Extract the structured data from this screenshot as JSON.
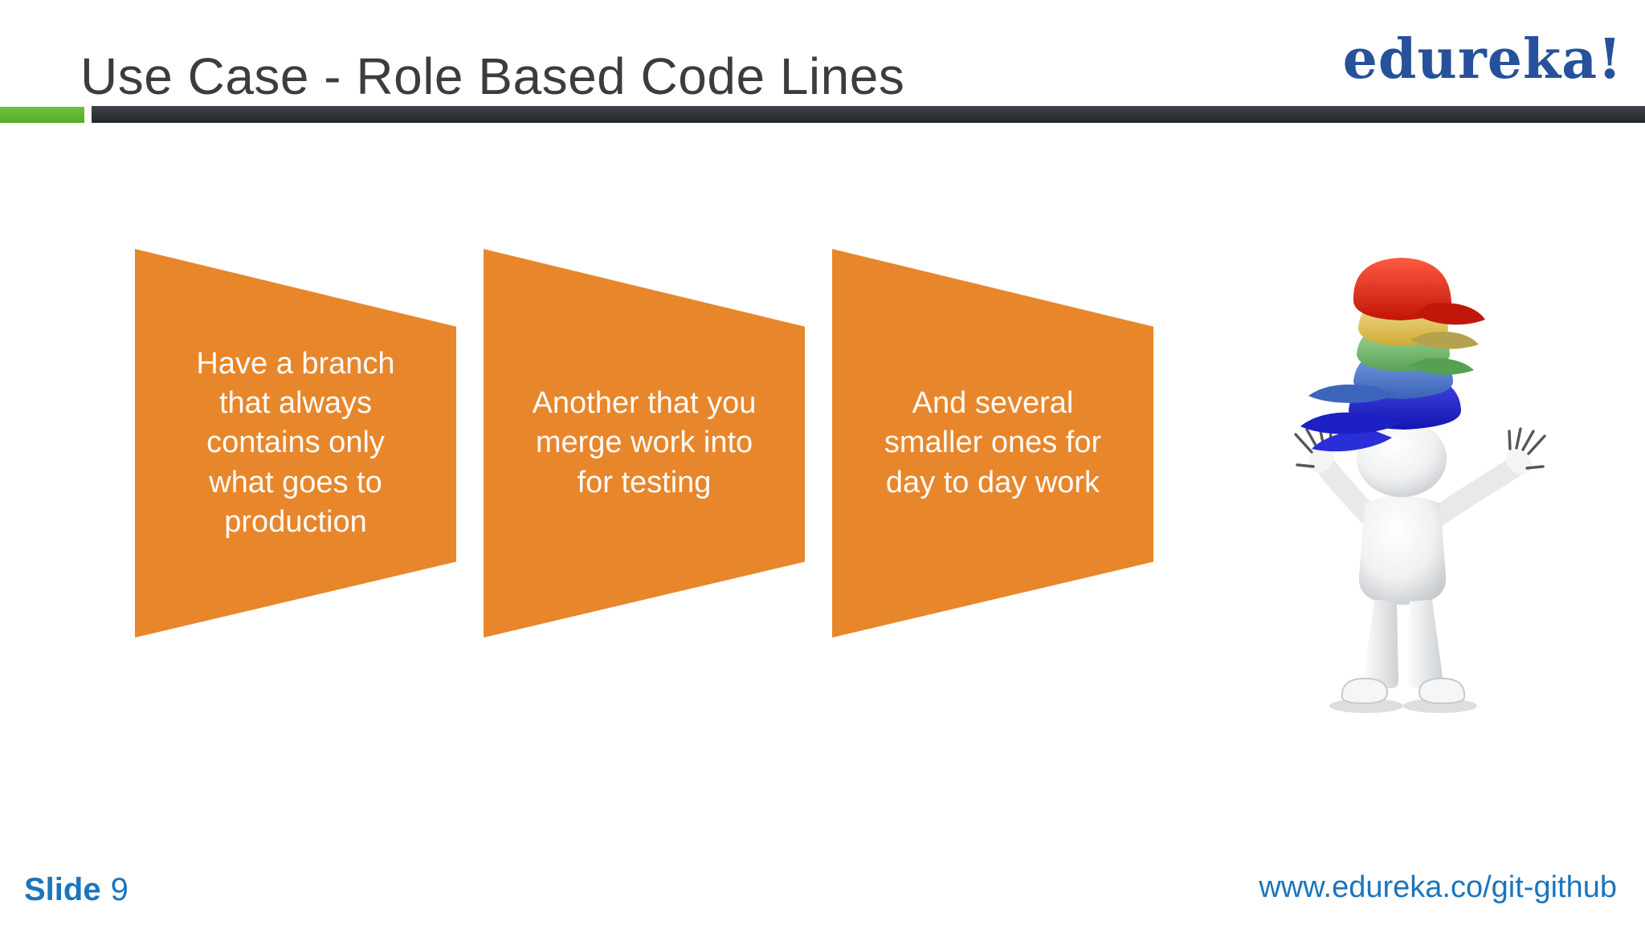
{
  "slide": {
    "title": "Use Case - Role Based Code Lines",
    "logo_text": "edureka!",
    "diagram": {
      "items": [
        {
          "text": "Have a branch that always contains only what goes to production"
        },
        {
          "text": "Another that you merge work into for testing"
        },
        {
          "text": "And several smaller ones for day to day work"
        }
      ]
    },
    "illustration_alt": "3D white figure balancing a stack of colored caps",
    "footer": {
      "slide_label": "Slide",
      "slide_number": "9",
      "url": "www.edureka.co/git-github"
    },
    "colors": {
      "accent_orange": "#e8862c",
      "bar_green": "#5cb62e",
      "bar_dark": "#30353a",
      "title_gray": "#3a3d40",
      "logo_blue": "#27519b",
      "footer_blue": "#1b75bc",
      "cap_colors": [
        "#e3251a",
        "#e5c85c",
        "#6fbe6c",
        "#4b7fd0",
        "#2528d8"
      ]
    }
  }
}
